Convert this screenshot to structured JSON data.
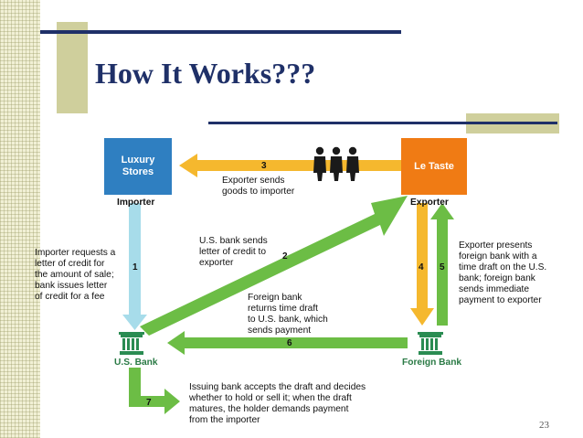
{
  "slide": {
    "title": "How It Works???",
    "page_number": "23"
  },
  "boxes": {
    "importer": {
      "name": "Luxury Stores",
      "role": "Importer"
    },
    "exporter": {
      "name": "Le Taste",
      "role": "Exporter"
    }
  },
  "banks": {
    "us": "U.S. Bank",
    "foreign": "Foreign Bank"
  },
  "steps": [
    {
      "number": "1",
      "text": [
        "Importer requests a",
        "letter of credit for",
        "the amount of sale;",
        "bank issues letter",
        "of credit for a fee"
      ]
    },
    {
      "number": "2",
      "text": [
        "U.S. bank sends",
        "letter of credit to",
        "exporter"
      ]
    },
    {
      "number": "3",
      "text": [
        "Exporter sends",
        "goods to importer"
      ]
    },
    {
      "number": "4",
      "text": [
        "Exporter presents",
        "foreign bank with a",
        "time draft on the U.S.",
        "bank; foreign bank",
        "sends immediate",
        "payment to exporter"
      ]
    },
    {
      "number": "5",
      "text": []
    },
    {
      "number": "6",
      "text": [
        "Foreign bank",
        "returns time draft",
        "to U.S. bank, which",
        "sends payment"
      ]
    },
    {
      "number": "7",
      "text": [
        "Issuing bank accepts the draft and decides",
        "whether to hold or sell it; when the draft",
        "matures, the holder demands payment",
        "from the importer"
      ]
    }
  ],
  "colors": {
    "title": "#1f3068",
    "importer_box": "#2f7fc1",
    "exporter_box": "#f07b14",
    "arrow_green": "#6cbd45",
    "arrow_yellow": "#f5b82e",
    "arrow_light_blue": "#a7dcea",
    "bank_icon": "#2a8c52"
  },
  "icons": [
    "people-icon",
    "bank-building-icon"
  ]
}
